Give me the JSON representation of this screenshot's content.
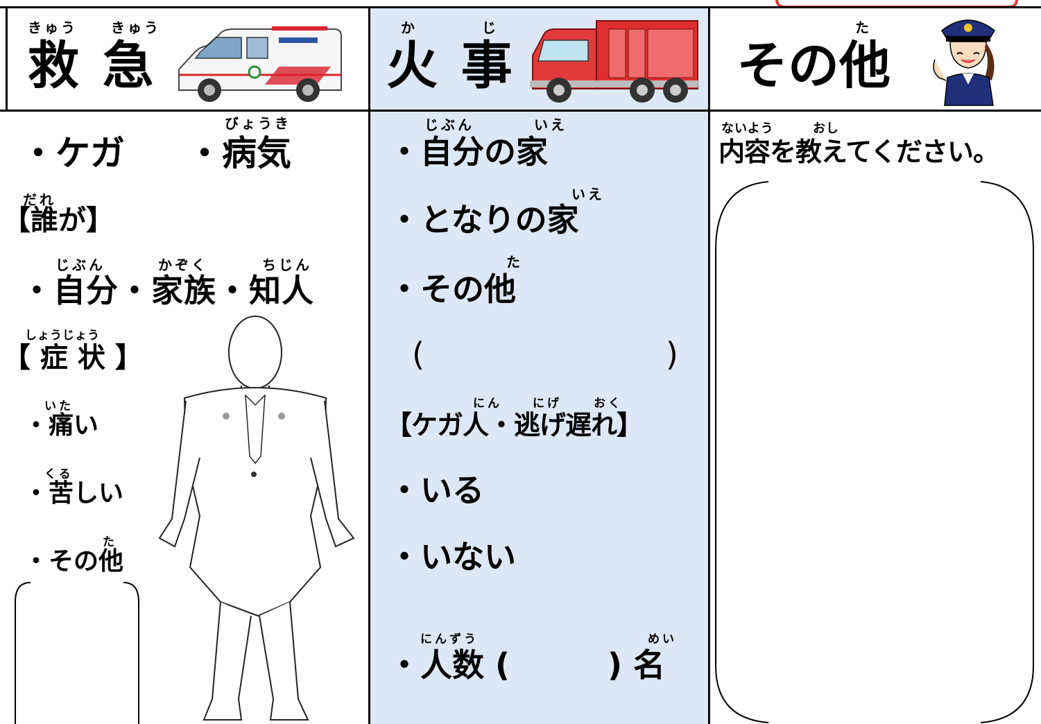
{
  "headers": {
    "emergency": {
      "title": "救 急",
      "ruby_left": "きゅう",
      "ruby_right": "きゅう"
    },
    "fire": {
      "title": "火 事",
      "ruby_left": "か",
      "ruby_right": "じ"
    },
    "other": {
      "title": "その他",
      "ruby": "た"
    }
  },
  "emergency": {
    "injury": "・ケガ",
    "illness": "・病気",
    "illness_ruby": "びょうき",
    "who_heading": "【誰が】",
    "who_ruby": "だれ",
    "who_options": "・自分・家族・知人",
    "who_ruby_1": "じぶん",
    "who_ruby_2": "かぞく",
    "who_ruby_3": "ちじん",
    "symptoms_heading": "【 症 状 】",
    "symptoms_ruby": "しょうじょう",
    "pain": "・痛い",
    "pain_ruby": "いた",
    "suffering": "・苦しい",
    "suffering_ruby": "くる",
    "other": "・その他",
    "other_ruby": "た"
  },
  "fire": {
    "own_home": "・自分の家",
    "own_home_ruby_1": "じぶん",
    "own_home_ruby_2": "いえ",
    "neighbor": "・となりの家",
    "neighbor_ruby": "いえ",
    "other": "・その他",
    "other_ruby": "た",
    "paren_open": "(",
    "paren_close": ")",
    "injured_heading": "【ケガ人・逃げ遅れ】",
    "injured_ruby_1": "にん",
    "injured_ruby_2": "にげ",
    "injured_ruby_3": "おく",
    "yes": "・いる",
    "no": "・いない",
    "count_label": "・人数 (",
    "count_ruby": "にんずう",
    "count_close": ") 名",
    "count_close_ruby": "めい"
  },
  "other": {
    "instruction": "内容を教えてください。",
    "instruction_ruby_1": "ないよう",
    "instruction_ruby_2": "おし"
  },
  "icons": {
    "ambulance": "ambulance-icon",
    "fire_truck": "fire-truck-icon",
    "police_officer": "police-officer-icon",
    "body_diagram": "body-diagram-icon"
  },
  "colors": {
    "fire_column": "#dce8f6",
    "badge_border": "#e53935"
  }
}
